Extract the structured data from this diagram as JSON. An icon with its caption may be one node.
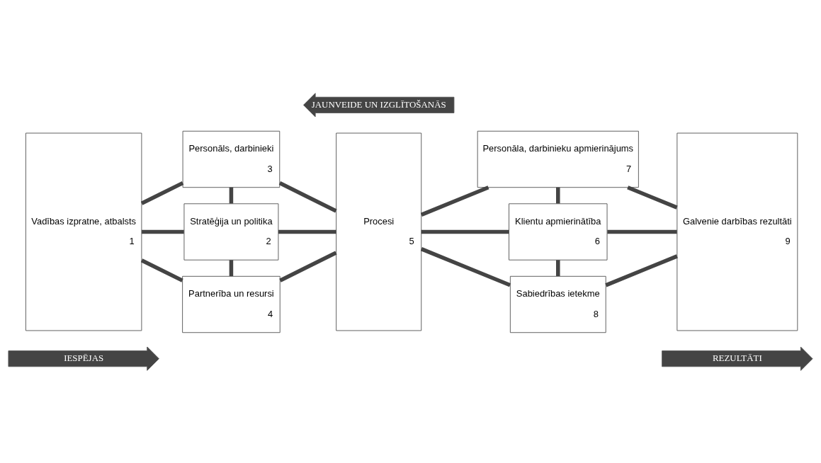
{
  "diagram": {
    "nodes": [
      {
        "text": [
          "IESPĒJAS"
        ]
      },
      {
        "text": [
          "REZULTĀTI"
        ]
      },
      {
        "text": [
          "Vadības izpratne, atbalsts",
          "1"
        ]
      },
      {
        "text": [
          "Personāls, darbinieki",
          "3"
        ]
      },
      {
        "text": [
          "Stratēģija un politika",
          "2"
        ]
      },
      {
        "text": [
          "Partnerība un resursi",
          "4"
        ]
      },
      {
        "text": [
          "Procesi",
          "5"
        ]
      },
      {
        "text": [
          "Personāla, darbinieku apmierinājums",
          "7"
        ]
      },
      {
        "text": [
          "Klientu apmierinātība",
          "6"
        ]
      },
      {
        "text": [
          "Sabiedrības ietekme",
          "8"
        ]
      },
      {
        "text": [
          "Galvenie darbības rezultāti",
          "9"
        ]
      },
      {
        "text": [
          "JAUNVEIDE UN IZGLĪTOŠANĀS"
        ]
      }
    ],
    "edges": [
      {
        "from": 2,
        "to": 3,
        "arrow": "none"
      },
      {
        "from": 2,
        "to": 4,
        "arrow": "none"
      },
      {
        "from": 2,
        "to": 5,
        "arrow": "none"
      },
      {
        "from": 3,
        "to": 4,
        "arrow": "none"
      },
      {
        "from": 4,
        "to": 5,
        "arrow": "none"
      },
      {
        "from": 3,
        "to": 6,
        "arrow": "none"
      },
      {
        "from": 4,
        "to": 6,
        "arrow": "none"
      },
      {
        "from": 5,
        "to": 6,
        "arrow": "none"
      },
      {
        "from": 6,
        "to": 7,
        "arrow": "none"
      },
      {
        "from": 6,
        "to": 8,
        "arrow": "none"
      },
      {
        "from": 6,
        "to": 9,
        "arrow": "none"
      },
      {
        "from": 7,
        "to": 8,
        "arrow": "none"
      },
      {
        "from": 8,
        "to": 9,
        "arrow": "none"
      },
      {
        "from": 7,
        "to": 10,
        "arrow": "none"
      },
      {
        "from": 8,
        "to": 10,
        "arrow": "none"
      },
      {
        "from": 9,
        "to": 10,
        "arrow": "none"
      }
    ]
  }
}
